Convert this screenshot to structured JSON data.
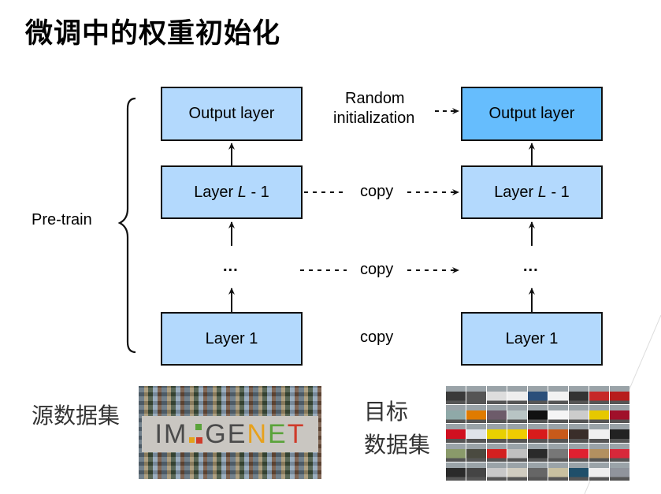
{
  "title": "微调中的权重初始化",
  "pretrain_label": "Pre-train",
  "source_column": {
    "output": "Output layer",
    "layer_l_prefix": "Layer ",
    "layer_l_var": "L",
    "layer_l_suffix": " - 1",
    "ellipsis": "...",
    "layer_1": "Layer 1"
  },
  "target_column": {
    "output": "Output layer",
    "layer_l_prefix": "Layer ",
    "layer_l_var": "L",
    "layer_l_suffix": " - 1",
    "ellipsis": "...",
    "layer_1": "Layer 1"
  },
  "connectors": {
    "random_init_line1": "Random",
    "random_init_line2": "initialization",
    "copy_1": "copy",
    "copy_2": "copy",
    "copy_3": "copy"
  },
  "source_dataset": {
    "label": "源数据集",
    "image_caption": "IMAGENET",
    "logo_letters": [
      "I",
      "M",
      "G",
      "E",
      "N",
      "E",
      "T"
    ]
  },
  "target_dataset": {
    "label_line1": "目标",
    "label_line2": "数据集",
    "image_description": "car image grid"
  },
  "colors": {
    "box_fill": "#b3d9fd",
    "random_box_fill": "#66bdfd",
    "border": "#111111"
  }
}
